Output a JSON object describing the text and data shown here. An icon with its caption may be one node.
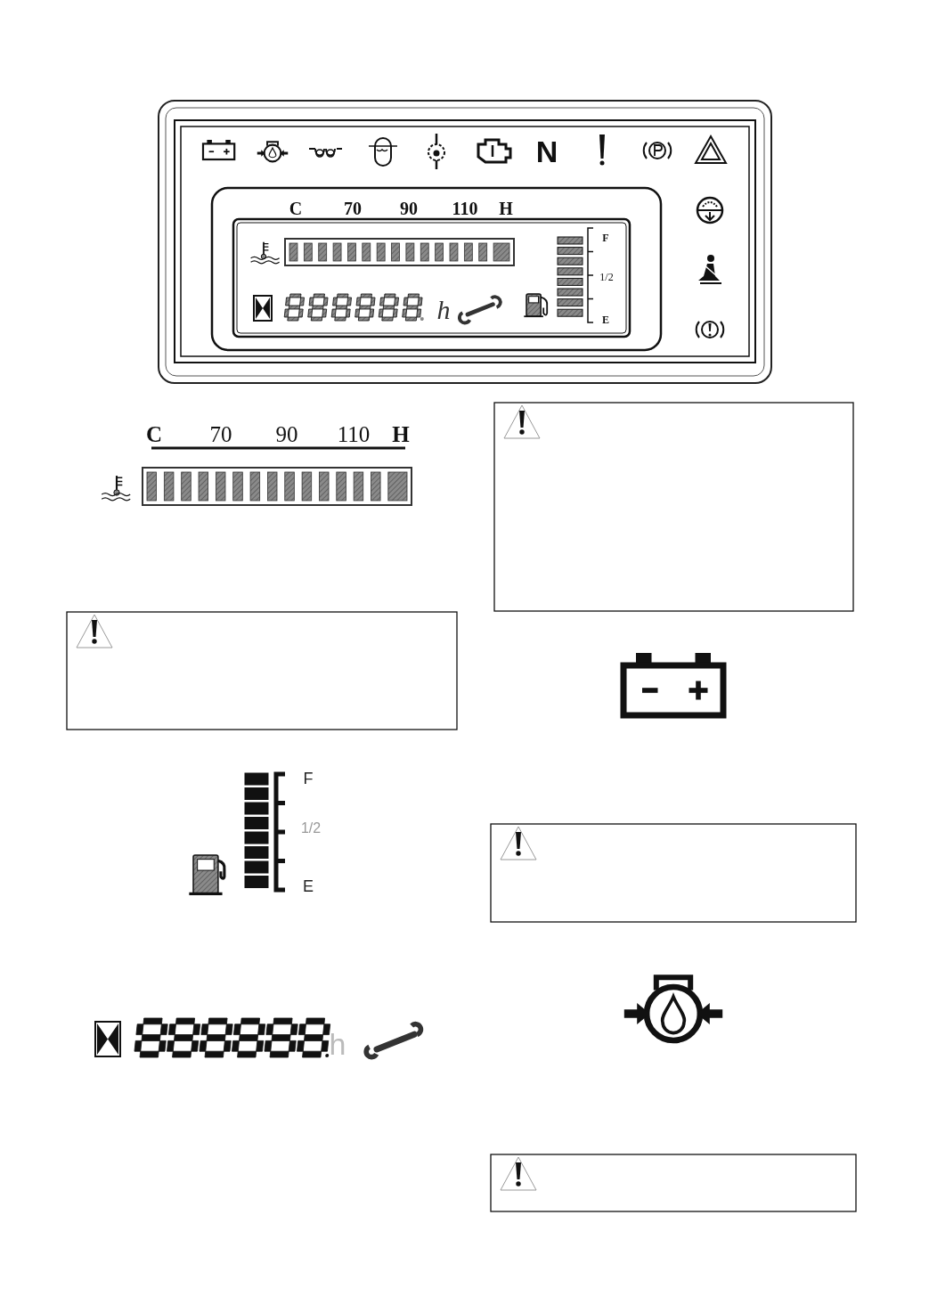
{
  "diagram": {
    "labels": [
      "N",
      "C",
      "70",
      "90",
      "110",
      "H",
      "F",
      "1/2",
      "h",
      "E",
      "C",
      "70",
      "90",
      "110",
      "H",
      "F",
      "1/2",
      "E",
      "h"
    ]
  }
}
